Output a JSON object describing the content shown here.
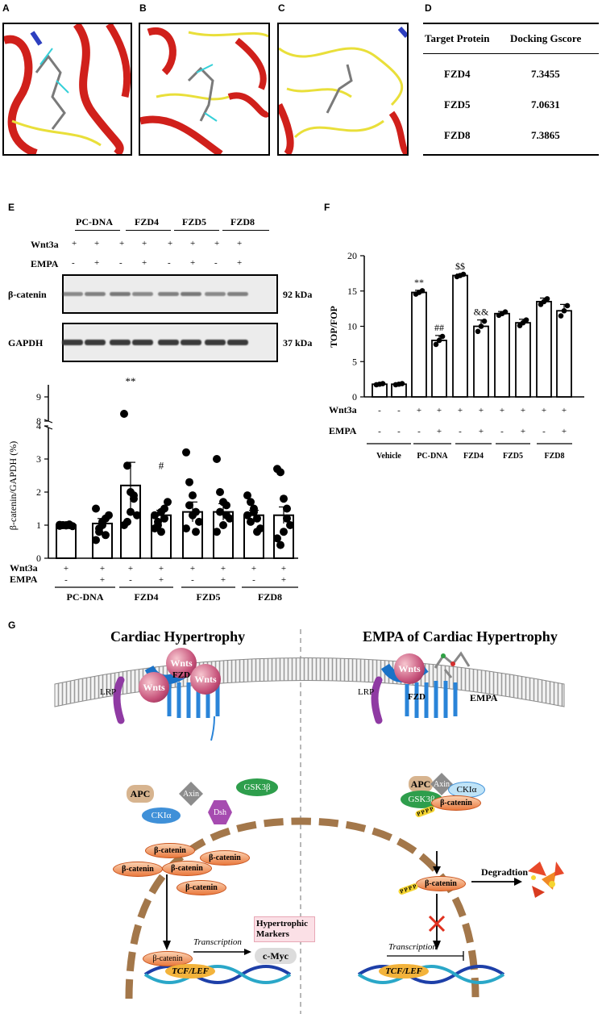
{
  "panels": {
    "A": "A",
    "B": "B",
    "C": "C",
    "D": "D",
    "E": "E",
    "F": "F",
    "G": "G"
  },
  "docking_table": {
    "headers": [
      "Target Protein",
      "Docking Gscore"
    ],
    "rows": [
      [
        "FZD4",
        "7.3455"
      ],
      [
        "FZD5",
        "7.0631"
      ],
      [
        "FZD8",
        "7.3865"
      ]
    ]
  },
  "blot": {
    "groups": [
      "PC-DNA",
      "FZD4",
      "FZD5",
      "FZD8"
    ],
    "row_labels": {
      "wnt3a": "Wnt3a",
      "empa": "EMPA"
    },
    "wnt3a_signs": [
      "+",
      "+",
      "+",
      "+",
      "+",
      "+",
      "+",
      "+"
    ],
    "empa_signs": [
      "-",
      "+",
      "-",
      "+",
      "-",
      "+",
      "-",
      "+"
    ],
    "bands": [
      "β-catenin",
      "GAPDH"
    ],
    "kda": [
      "92 kDa",
      "37 kDa"
    ]
  },
  "chart_data": [
    {
      "type": "bar",
      "panel": "E",
      "ylabel": "β-catenin/GAPDH (%)",
      "yticks": [
        "0",
        "1",
        "2",
        "3",
        "4",
        "8",
        "9"
      ],
      "categories": [
        "PC-DNA -",
        "PC-DNA +",
        "FZD4 -",
        "FZD4 +",
        "FZD5 -",
        "FZD5 +",
        "FZD8 -",
        "FZD8 +"
      ],
      "values": [
        1.0,
        1.05,
        2.2,
        1.3,
        1.4,
        1.4,
        1.3,
        1.3
      ],
      "errors": [
        0.02,
        0.15,
        0.7,
        0.15,
        0.3,
        0.25,
        0.15,
        0.25
      ],
      "annotations": [
        "",
        "",
        "**",
        "#",
        "",
        "",
        "",
        ""
      ],
      "row_labels": {
        "wnt3a": "Wnt3a",
        "empa": "EMPA"
      },
      "wnt3a_signs": [
        "+",
        "+",
        "+",
        "+",
        "+",
        "+",
        "+",
        "+"
      ],
      "empa_signs": [
        "-",
        "+",
        "-",
        "+",
        "-",
        "+",
        "-",
        "+"
      ],
      "groups": [
        "PC-DNA",
        "FZD4",
        "FZD5",
        "FZD8"
      ]
    },
    {
      "type": "bar",
      "panel": "F",
      "ylabel": "TOP/FOP",
      "yticks": [
        "0",
        "5",
        "10",
        "15",
        "20"
      ],
      "ylim": [
        0,
        20
      ],
      "categories": [
        "Vehicle -",
        "Vehicle +",
        "PC-DNA -",
        "PC-DNA +",
        "FZD4 -",
        "FZD4 +",
        "FZD5 -",
        "FZD5 +",
        "FZD8 -",
        "FZD8 +"
      ],
      "values": [
        1.8,
        1.8,
        14.8,
        8.0,
        17.2,
        10.0,
        11.8,
        10.5,
        13.5,
        12.2
      ],
      "errors": [
        0.1,
        0.1,
        0.3,
        0.7,
        0.2,
        0.9,
        0.3,
        0.5,
        0.5,
        0.9
      ],
      "annotations": [
        "",
        "",
        "**",
        "##",
        "$$",
        "&&",
        "",
        "",
        "",
        ""
      ],
      "row_labels": {
        "wnt3a": "Wnt3a",
        "empa": "EMPA"
      },
      "wnt3a_signs": [
        "-",
        "-",
        "+",
        "+",
        "+",
        "+",
        "+",
        "+",
        "+",
        "+"
      ],
      "empa_signs": [
        "-",
        "-",
        "-",
        "+",
        "-",
        "+",
        "-",
        "+",
        "-",
        "+"
      ],
      "groups": [
        "Vehicle",
        "PC-DNA",
        "FZD4",
        "FZD5",
        "FZD8"
      ]
    }
  ],
  "schematic": {
    "left_title": "Cardiac Hypertrophy",
    "right_title": "EMPA of Cardiac Hypertrophy",
    "wnts": "Wnts",
    "fzd": "FZD",
    "lrp": "LRP",
    "empa": "EMPA",
    "apc": "APC",
    "axin": "Axin",
    "ck1a": "CKIα",
    "gsk3b": "GSK3β",
    "dsh": "Dsh",
    "bcat": "β-catenin",
    "transcription": "Transcription",
    "hyper_markers": "Hypertrophic Markers",
    "cmyc": "c-Myc",
    "tcf": "TCF/LEF",
    "degradation": "Degradtion",
    "pppp": "P P P P"
  }
}
